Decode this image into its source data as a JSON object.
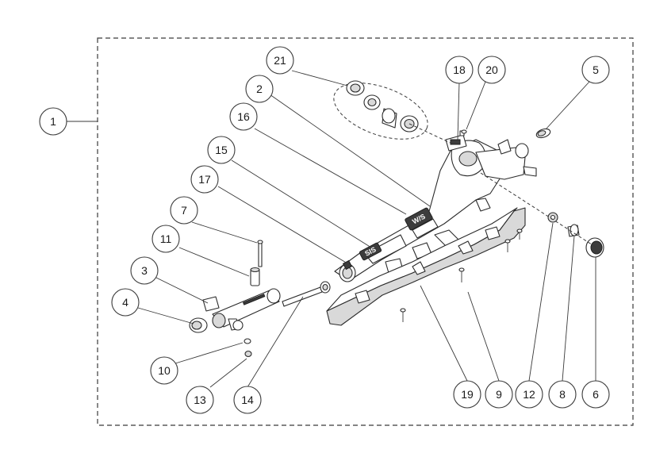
{
  "callouts": {
    "c1": "1",
    "c2": "2",
    "c3": "3",
    "c4": "4",
    "c5": "5",
    "c6": "6",
    "c7": "7",
    "c8": "8",
    "c9": "9",
    "c10": "10",
    "c11": "11",
    "c12": "12",
    "c13": "13",
    "c14": "14",
    "c15": "15",
    "c16": "16",
    "c17": "17",
    "c18": "18",
    "c19": "19",
    "c20": "20",
    "c21": "21"
  },
  "decals": {
    "frame_logo": "W/S",
    "tube_logo": "SIS"
  }
}
